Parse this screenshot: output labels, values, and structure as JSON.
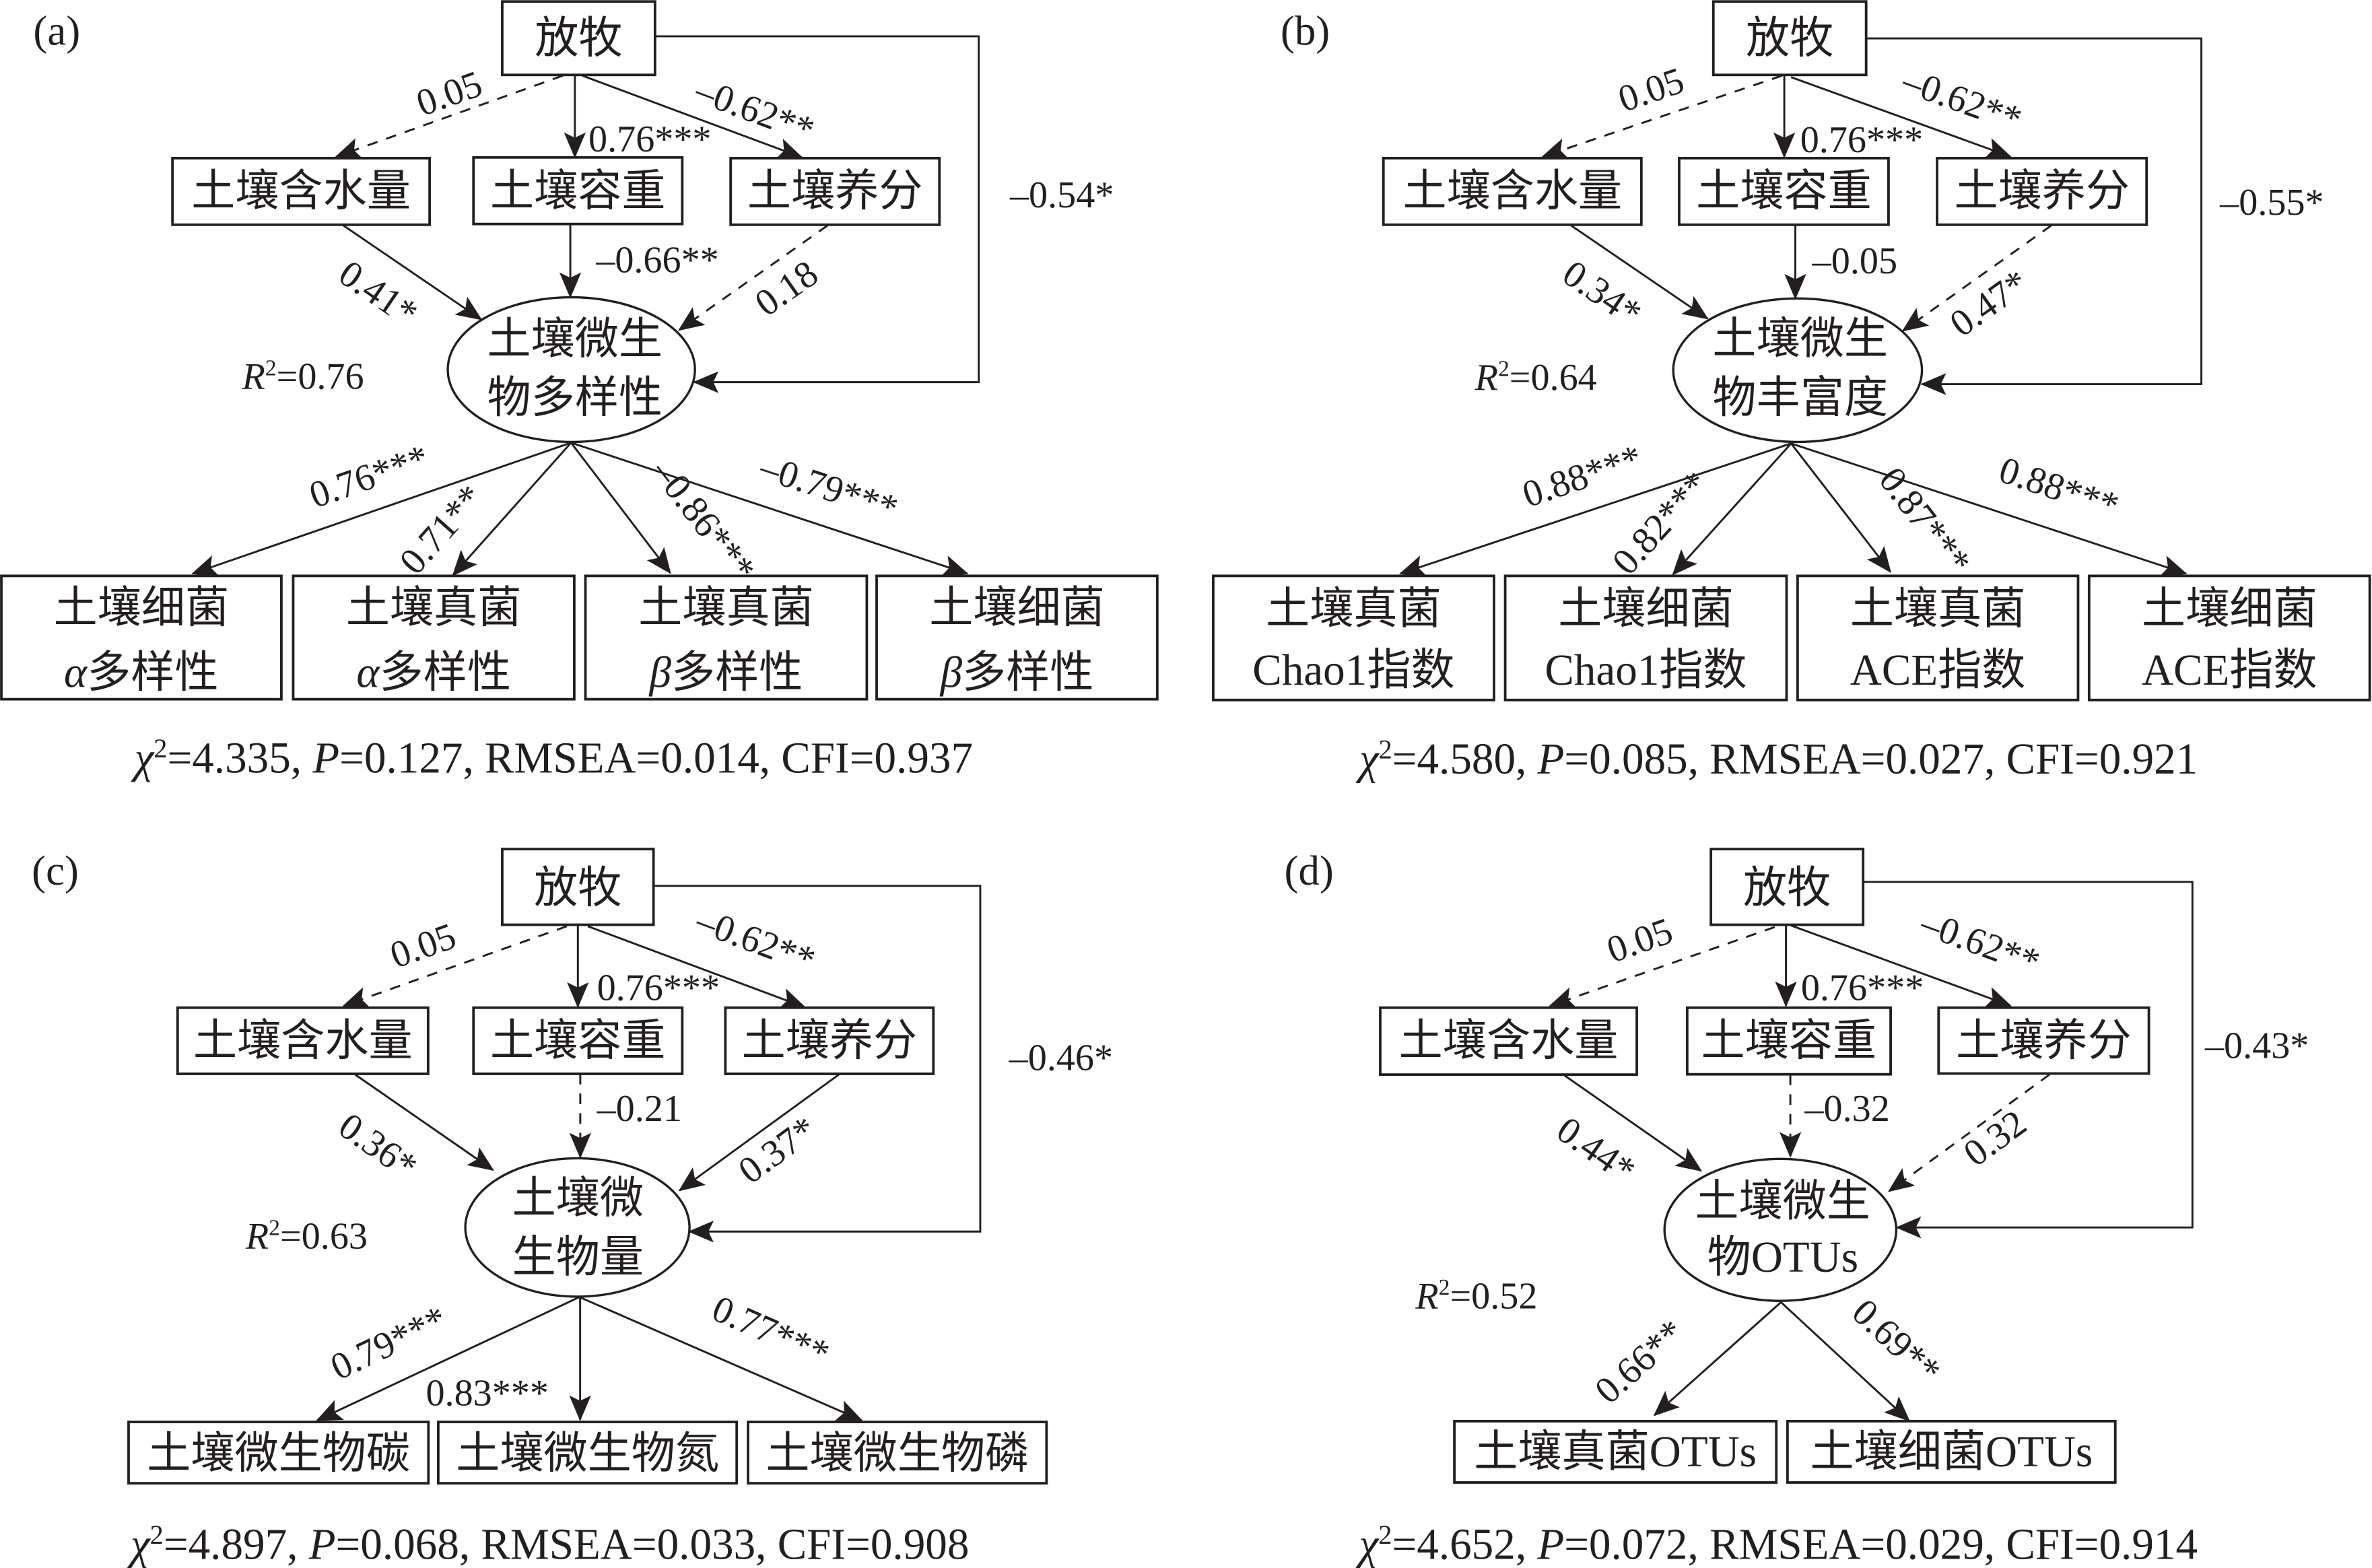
{
  "common": {
    "eq": "=",
    "sep": ", ",
    "sup2": "2",
    "r_symbol": "R",
    "chi_symbol": "χ",
    "p_symbol": "P",
    "rmsea_label": "RMSEA",
    "cfi_label": "CFI"
  },
  "panels": [
    {
      "label": "(a)",
      "nodes": {
        "grazing": "放牧",
        "soil_moisture": "土壤含水量",
        "bulk_density": "土壤容重",
        "soil_nutrients": "土壤养分",
        "latent": [
          "土壤微生",
          "物多样性"
        ]
      },
      "indicators": [
        {
          "line1": "土壤细菌",
          "greek": "α",
          "line2": "多样性"
        },
        {
          "line1": "土壤真菌",
          "greek": "α",
          "line2": "多样性"
        },
        {
          "line1": "土壤真菌",
          "greek": "β",
          "line2": "多样性"
        },
        {
          "line1": "土壤细菌",
          "greek": "β",
          "line2": "多样性"
        }
      ],
      "paths": {
        "grazing_to_moisture": {
          "coef": "0.05",
          "line": "dashed"
        },
        "grazing_to_bulk_density": {
          "coef": "0.76***",
          "line": "solid"
        },
        "grazing_to_nutrients": {
          "coef": "–0.62**",
          "line": "solid"
        },
        "grazing_to_latent": {
          "coef": "–0.54*",
          "line": "solid"
        },
        "moisture_to_latent": {
          "coef": "0.41*",
          "line": "solid"
        },
        "bulk_density_to_latent": {
          "coef": "–0.66**",
          "line": "solid"
        },
        "nutrients_to_latent": {
          "coef": "0.18",
          "line": "dashed"
        }
      },
      "loadings": [
        {
          "coef": "0.76***",
          "line": "solid"
        },
        {
          "coef": "0.71**",
          "line": "solid"
        },
        {
          "coef": "–0.86***",
          "line": "solid"
        },
        {
          "coef": "–0.79***",
          "line": "solid"
        }
      ],
      "r2": "0.76",
      "fit": {
        "chi2": "4.335",
        "p": "0.127",
        "rmsea": "0.014",
        "cfi": "0.937"
      }
    },
    {
      "label": "(b)",
      "nodes": {
        "grazing": "放牧",
        "soil_moisture": "土壤含水量",
        "bulk_density": "土壤容重",
        "soil_nutrients": "土壤养分",
        "latent": [
          "土壤微生",
          "物丰富度"
        ]
      },
      "indicators": [
        {
          "line1": "土壤真菌",
          "line2": "Chao1指数"
        },
        {
          "line1": "土壤细菌",
          "line2": "Chao1指数"
        },
        {
          "line1": "土壤真菌",
          "line2": "ACE指数"
        },
        {
          "line1": "土壤细菌",
          "line2": "ACE指数"
        }
      ],
      "paths": {
        "grazing_to_moisture": {
          "coef": "0.05",
          "line": "dashed"
        },
        "grazing_to_bulk_density": {
          "coef": "0.76***",
          "line": "solid"
        },
        "grazing_to_nutrients": {
          "coef": "–0.62**",
          "line": "solid"
        },
        "grazing_to_latent": {
          "coef": "–0.55*",
          "line": "solid"
        },
        "moisture_to_latent": {
          "coef": "0.34*",
          "line": "solid"
        },
        "bulk_density_to_latent": {
          "coef": "–0.05",
          "line": "solid"
        },
        "nutrients_to_latent": {
          "coef": "0.47*",
          "line": "dashed"
        }
      },
      "loadings": [
        {
          "coef": "0.88***",
          "line": "solid"
        },
        {
          "coef": "0.82***",
          "line": "solid"
        },
        {
          "coef": "0.87***",
          "line": "solid"
        },
        {
          "coef": "0.88***",
          "line": "solid"
        }
      ],
      "r2": "0.64",
      "fit": {
        "chi2": "4.580",
        "p": "0.085",
        "rmsea": "0.027",
        "cfi": "0.921"
      }
    },
    {
      "label": "(c)",
      "nodes": {
        "grazing": "放牧",
        "soil_moisture": "土壤含水量",
        "bulk_density": "土壤容重",
        "soil_nutrients": "土壤养分",
        "latent": [
          "土壤微",
          "生物量"
        ]
      },
      "indicators": [
        {
          "text": "土壤微生物碳"
        },
        {
          "text": "土壤微生物氮"
        },
        {
          "text": "土壤微生物磷"
        }
      ],
      "paths": {
        "grazing_to_moisture": {
          "coef": "0.05",
          "line": "dashed"
        },
        "grazing_to_bulk_density": {
          "coef": "0.76***",
          "line": "solid"
        },
        "grazing_to_nutrients": {
          "coef": "–0.62**",
          "line": "solid"
        },
        "grazing_to_latent": {
          "coef": "–0.46*",
          "line": "solid"
        },
        "moisture_to_latent": {
          "coef": "0.36*",
          "line": "solid"
        },
        "bulk_density_to_latent": {
          "coef": "–0.21",
          "line": "dashed"
        },
        "nutrients_to_latent": {
          "coef": "0.37*",
          "line": "solid"
        }
      },
      "loadings": [
        {
          "coef": "0.79***",
          "line": "solid"
        },
        {
          "coef": "0.83***",
          "line": "solid"
        },
        {
          "coef": "0.77***",
          "line": "solid"
        }
      ],
      "r2": "0.63",
      "fit": {
        "chi2": "4.897",
        "p": "0.068",
        "rmsea": "0.033",
        "cfi": "0.908"
      }
    },
    {
      "label": "(d)",
      "nodes": {
        "grazing": "放牧",
        "soil_moisture": "土壤含水量",
        "bulk_density": "土壤容重",
        "soil_nutrients": "土壤养分",
        "latent": [
          "土壤微生",
          "物OTUs"
        ]
      },
      "indicators": [
        {
          "text": "土壤真菌OTUs"
        },
        {
          "text": "土壤细菌OTUs"
        }
      ],
      "paths": {
        "grazing_to_moisture": {
          "coef": "0.05",
          "line": "dashed"
        },
        "grazing_to_bulk_density": {
          "coef": "0.76***",
          "line": "solid"
        },
        "grazing_to_nutrients": {
          "coef": "–0.62**",
          "line": "solid"
        },
        "grazing_to_latent": {
          "coef": "–0.43*",
          "line": "solid"
        },
        "moisture_to_latent": {
          "coef": "0.44*",
          "line": "solid"
        },
        "bulk_density_to_latent": {
          "coef": "–0.32",
          "line": "dashed"
        },
        "nutrients_to_latent": {
          "coef": "0.32",
          "line": "dashed"
        }
      },
      "loadings": [
        {
          "coef": "0.66**",
          "line": "solid"
        },
        {
          "coef": "0.69**",
          "line": "solid"
        }
      ],
      "r2": "0.52",
      "fit": {
        "chi2": "4.652",
        "p": "0.072",
        "rmsea": "0.029",
        "cfi": "0.914"
      }
    }
  ]
}
